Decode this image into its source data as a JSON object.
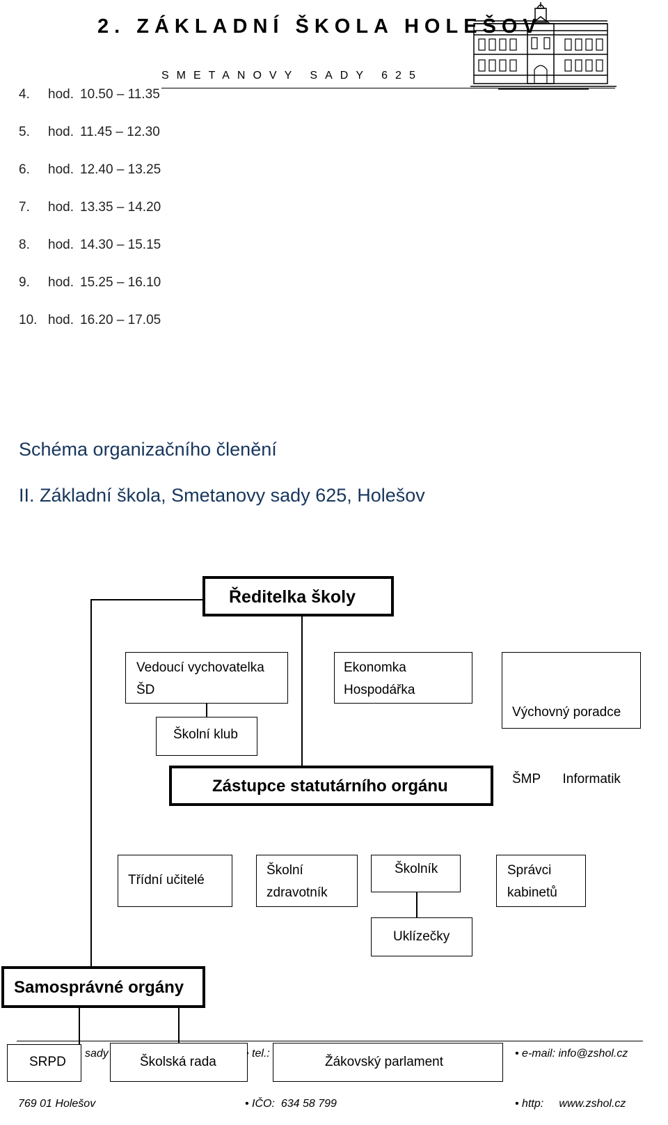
{
  "header": {
    "school_name": "2. ZÁKLADNÍ ŠKOLA HOLEŠOV",
    "school_address": "SMETANOVY SADY 625",
    "logo": "school-building-logo"
  },
  "lessons": [
    {
      "num": "4.",
      "hod": "hod.",
      "time": "10.50 – 11.35"
    },
    {
      "num": "5.",
      "hod": "hod.",
      "time": "11.45 – 12.30"
    },
    {
      "num": "6.",
      "hod": "hod.",
      "time": "12.40 – 13.25"
    },
    {
      "num": "7.",
      "hod": "hod.",
      "time": "13.35 – 14.20"
    },
    {
      "num": "8.",
      "hod": "hod.",
      "time": "14.30 – 15.15"
    },
    {
      "num": "9.",
      "hod": "hod.",
      "time": "15.25 – 16.10"
    },
    {
      "num": "10.",
      "hod": "hod.",
      "time": "16.20 – 17.05"
    }
  ],
  "headings": {
    "schema": "Schéma organizačního členění",
    "school": "II. Základní škola, Smetanovy sady 625, Holešov"
  },
  "org": {
    "director": "Ředitelka školy",
    "head_educator": [
      "Vedoucí vychovatelka",
      "ŠD"
    ],
    "economist": [
      "Ekonomka",
      "Hospodářka"
    ],
    "advisor": [
      "Výchovný poradce",
      "ŠMP      Informatik"
    ],
    "school_club": "Školní klub",
    "deputy": "Zástupce statutárního orgánu",
    "class_teachers": "Třídní učitelé",
    "school_nurse": [
      "Školní",
      "zdravotník"
    ],
    "janitor": "Školník",
    "cabinet_admins": [
      "Správci",
      "kabinetů"
    ],
    "cleaners": "Uklízečky",
    "self_gov": "Samosprávné orgány",
    "srpd": "SRPD",
    "school_board": "Školská rada",
    "student_parliament": "Žákovský parlament"
  },
  "footer": {
    "addr_fragment": "sady",
    "tel_fragment": "• tel.:",
    "email": "• e-mail: info@zshol.cz",
    "city": "769 01 Holešov",
    "ico": "• IČO:  634 58 799",
    "http": "• http:     www.zshol.cz"
  }
}
